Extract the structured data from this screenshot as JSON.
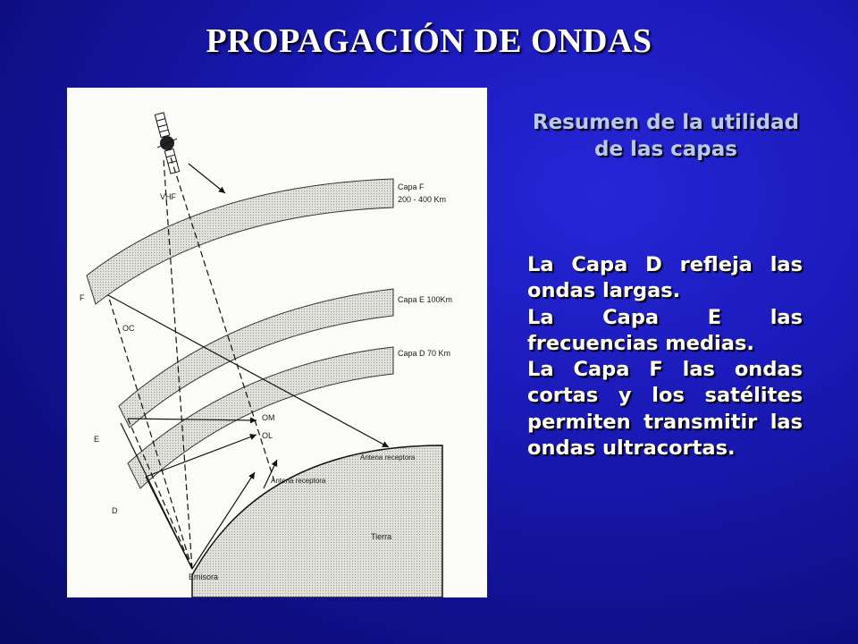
{
  "slide": {
    "title": "PROPAGACIÓN DE ONDAS",
    "subtitle": "Resumen de la utilidad de las capas",
    "paragraphs": [
      "La Capa D refleja las ondas largas.",
      "La Capa E las frecuencias medias.",
      "La Capa F las ondas cortas y los satélites permiten transmitir las ondas ultracortas."
    ]
  },
  "diagram": {
    "labels": {
      "vhf": "VHF",
      "capa_f": "Capa F",
      "capa_f_alt": "200 - 400 Km",
      "capa_e": "Capa E 100Km",
      "capa_d": "Capa D 70 Km",
      "f": "F",
      "oc": "OC",
      "e": "E",
      "om": "OM",
      "ol": "OL",
      "d": "D",
      "antena_receptora_1": "Antena receptora",
      "antena_receptora_2": "Antena receptora",
      "tierra": "Tierra",
      "emisora": "Emisora"
    }
  },
  "colors": {
    "background": "#1a1ab8",
    "title": "#ffffff",
    "subtitle": "#b8c8f8",
    "body_text": "#ffffff"
  }
}
